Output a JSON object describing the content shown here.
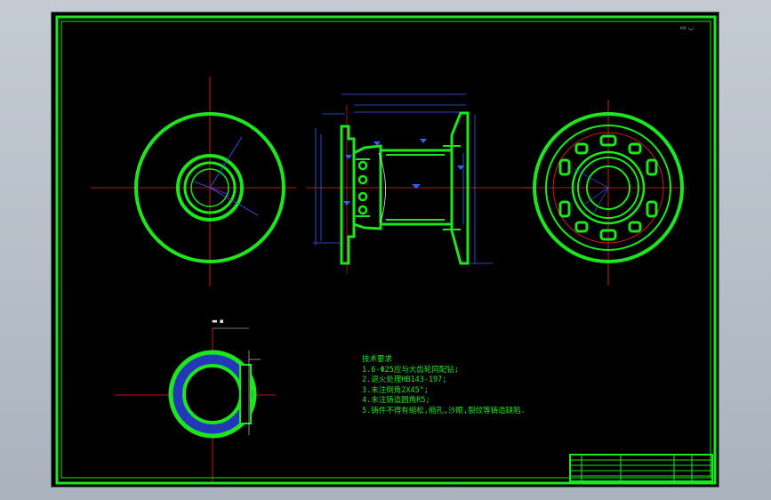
{
  "drawing": {
    "corner_mark": "▭ ◡",
    "detail_label": "▬ ▪",
    "notes": {
      "title": "技术要求",
      "items": [
        "1.6-Φ25应与大齿轮同配钻;",
        "2.退火处理HB143-197;",
        "3.未注倒角2X45°;",
        "4.未注铸造圆角R5;",
        "5.铸件不得有缩松,缩孔,沙眼,裂纹等铸造缺陷."
      ]
    }
  },
  "colors": {
    "outline": "#1ee61e",
    "centerline": "#ff1e1e",
    "dimension": "#3a5cff",
    "text": "#e8e8e8",
    "background": "#000000"
  }
}
